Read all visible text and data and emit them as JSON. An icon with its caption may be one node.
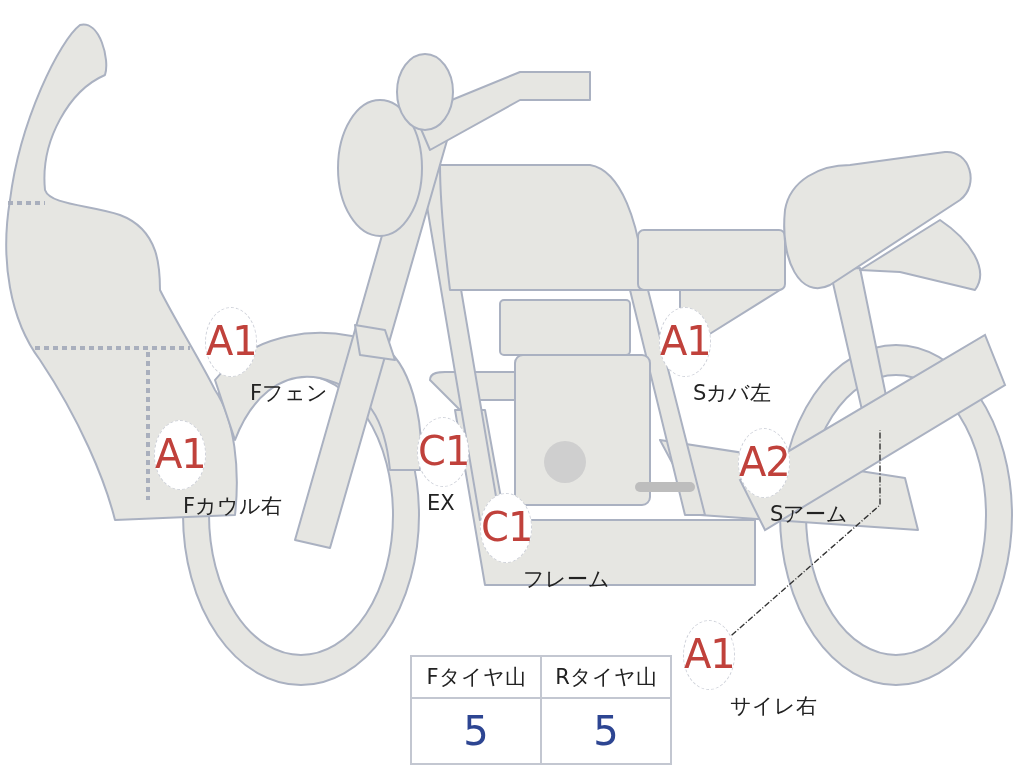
{
  "diagram": {
    "nodes": [
      {
        "text": [
          "A1"
        ],
        "beside": [
          "Fフェン"
        ]
      },
      {
        "text": [
          "A1"
        ],
        "beside": [
          "Sカバ左"
        ]
      },
      {
        "text": [
          "A1"
        ],
        "beside": [
          "Fカウル右"
        ]
      },
      {
        "text": [
          "C1"
        ],
        "beside": [
          "EX"
        ]
      },
      {
        "text": [
          "A2"
        ],
        "beside": [
          "Sアーム"
        ]
      },
      {
        "text": [
          "C1"
        ],
        "beside": [
          "フレーム"
        ]
      },
      {
        "text": [
          "A1"
        ],
        "beside": [
          "サイレ右"
        ]
      },
      {
        "text": [],
        "shape": "picture"
      }
    ],
    "edges": [
      {
        "from": 6,
        "to": 7,
        "arrow": "none",
        "style": "dashed"
      }
    ],
    "labels": [
      "Fタイヤ山",
      "Rタイヤ山",
      "5",
      "5"
    ]
  }
}
